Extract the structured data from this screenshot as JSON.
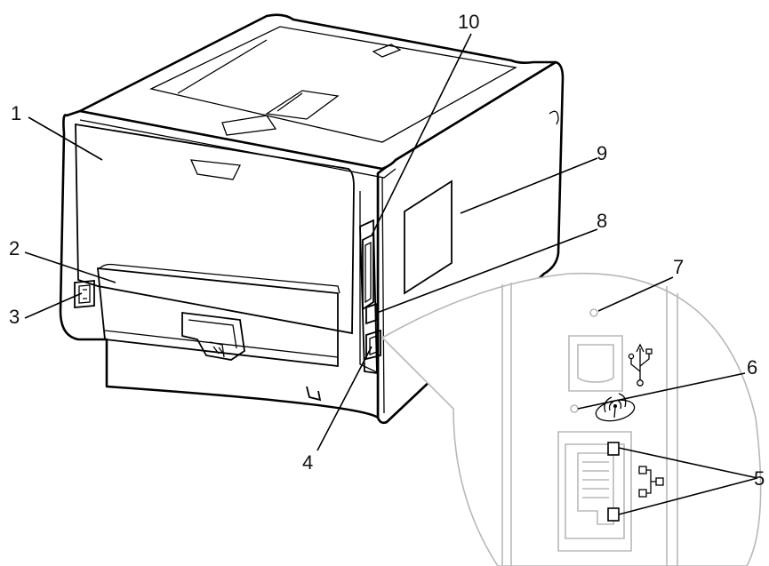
{
  "figure": {
    "callouts": [
      {
        "id": "1",
        "label": "1"
      },
      {
        "id": "2",
        "label": "2"
      },
      {
        "id": "3",
        "label": "3"
      },
      {
        "id": "4",
        "label": "4"
      },
      {
        "id": "5",
        "label": "5"
      },
      {
        "id": "6",
        "label": "6"
      },
      {
        "id": "7",
        "label": "7"
      },
      {
        "id": "8",
        "label": "8"
      },
      {
        "id": "9",
        "label": "9"
      },
      {
        "id": "10",
        "label": "10"
      }
    ],
    "icons": [
      "usb-icon",
      "wireless-icon",
      "network-icon"
    ],
    "colors": {
      "line": "#000000",
      "detail_gray": "#b8b8b8",
      "background": "#ffffff"
    }
  }
}
